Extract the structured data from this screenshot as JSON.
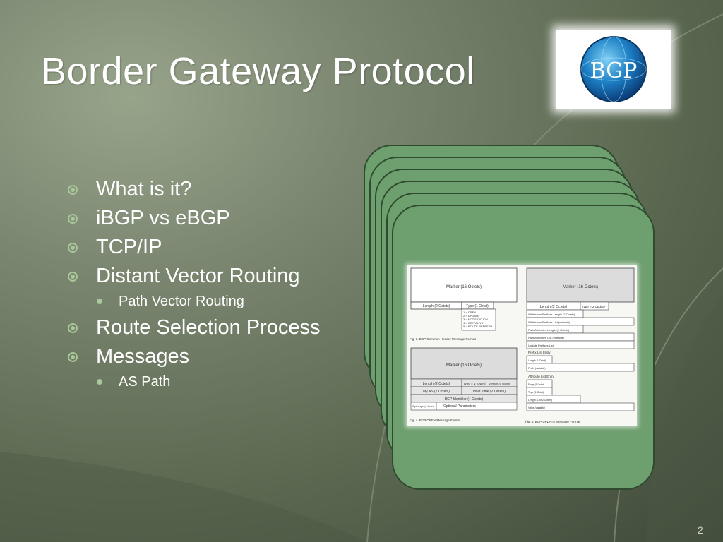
{
  "slide": {
    "title": "Border Gateway Protocol",
    "page_number": "2",
    "logo_text": "BGP"
  },
  "bullets": [
    {
      "level": 1,
      "text": "What is it?"
    },
    {
      "level": 1,
      "text": "iBGP vs eBGP"
    },
    {
      "level": 1,
      "text": "TCP/IP"
    },
    {
      "level": 1,
      "text": "Distant Vector Routing"
    },
    {
      "level": 2,
      "text": "Path Vector Routing"
    },
    {
      "level": 1,
      "text": "Route Selection Process"
    },
    {
      "level": 1,
      "text": "Messages"
    },
    {
      "level": 2,
      "text": "AS Path"
    }
  ],
  "figure": {
    "header": {
      "marker": "Marker (16 Octets)",
      "length": "Length (2 Octets)",
      "type": "Type (1 Octet)",
      "type_values": [
        "1 = OPEN",
        "2 = UPDATE",
        "3 = NOTIFICATION",
        "4 = KEEPALIVE",
        "5 = ROUTE-REFRESH"
      ],
      "caption": "Fig. 3. BGP Common Header Message Format"
    },
    "open": {
      "marker": "Marker (16 Octets)",
      "length": "Length (2 Octets)",
      "type": "Type = 1 (Open)",
      "version": "Version (1 Octet)",
      "my_as": "My AS (2 Octets)",
      "hold_time": "Hold Time (2 Octets)",
      "bgp_identifier": "BGP Identifier (4 Octets)",
      "opt_length": "OptLength (1 Octet)",
      "optional_parameters": "Optional Parameters",
      "caption": "Fig. 4. BGP OPEN Message Format"
    },
    "update": {
      "marker": "Marker (16 Octets)",
      "length": "Length (2 Octets)",
      "type": "Type = 2 Update",
      "rows": [
        "Withdrawn Prefixes Length (2 Octets)",
        "Withdrawn Prefixes List (variable)",
        "Path Attributes Length (2 Octets)",
        "Path Attributes List (variable)",
        "Update Prefixes List"
      ],
      "prefix_entry": "Prefix List Entry",
      "prefix_rows": [
        "Length (1 Octet)",
        "Prefix (variable)"
      ],
      "attribute_entry": "Attribute List Entry",
      "attribute_rows": [
        "Flags (1 Octet)",
        "Type (1 Octet)",
        "Length (1 or 2 Octets)",
        "Value (variable)"
      ],
      "caption": "Fig. 5. BGP UPDATE message Format"
    }
  },
  "colors": {
    "card_fill": "#6e9f6e",
    "card_border": "#2f4a2f",
    "bullet": "#a9c79a",
    "text": "#ffffff"
  }
}
